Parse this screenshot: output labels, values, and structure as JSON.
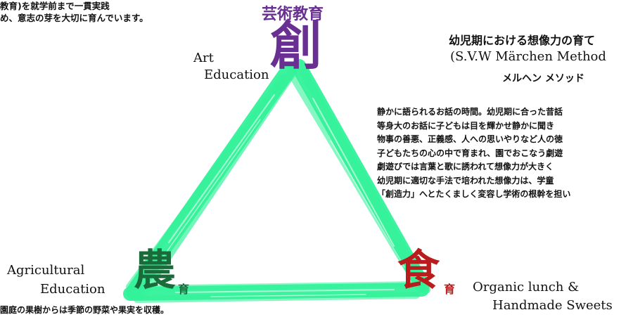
{
  "intro": {
    "line1": "教育)を就学前まで一貫実践",
    "line2": "め、意志の芽を大切に育んでいます。"
  },
  "art": {
    "label_jp": "芸術教育",
    "kanji": "創",
    "en_line1": "Art",
    "en_line2": "Education"
  },
  "method": {
    "title": "幼児期における想像力の育て",
    "subtitle": "(S.V.W Märchen Method",
    "kana": "メルヘン メソッド",
    "description": [
      "静かに語られるお話の時間。幼児期に合った昔話",
      "等身大のお話に子どもは目を輝かせ静かに聞き",
      "物事の善悪、正義感、人への思いやりなど人の徳",
      "子どもたちの心の中で育まれ、園でおこなう劇遊",
      "劇遊びでは言葉と歌に誘われて想像力が大きく",
      "幼児期に適切な手法で培われた想像力は、学童",
      "「創造力」へとたくましく変容し学術の根幹を担い"
    ]
  },
  "agri": {
    "en_line1": "Agricultural",
    "en_line2": "Education",
    "kanji": "農",
    "iku": "育",
    "desc": "園庭の果樹からは季節の野菜や果実を収穫。"
  },
  "food": {
    "kanji": "食",
    "iku": "育",
    "en_line1": "Organic lunch &",
    "en_line2": "Handmade Sweets"
  },
  "colors": {
    "triangle": "#33f29a",
    "art": "#6a2f92",
    "agri": "#1a6b3a",
    "food": "#b81c1c"
  }
}
